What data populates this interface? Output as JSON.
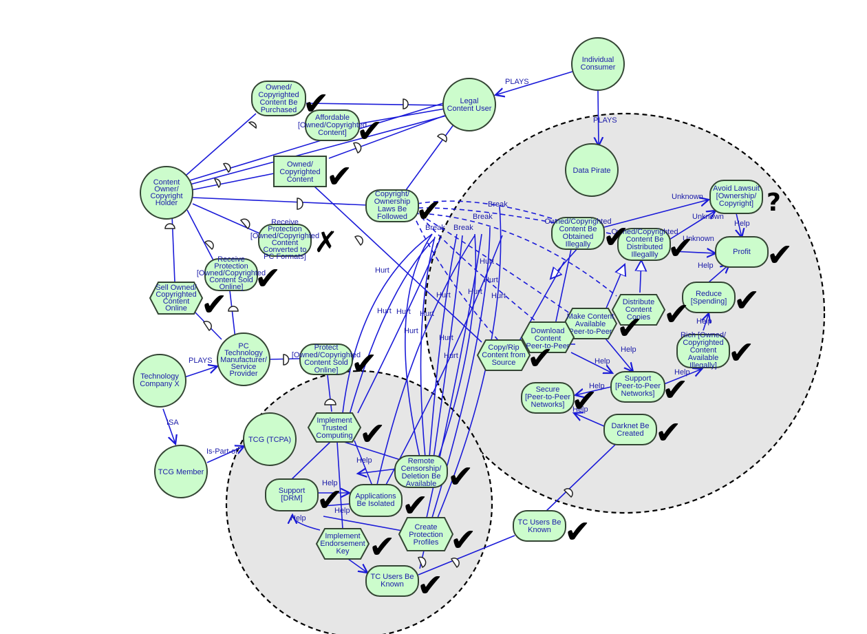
{
  "nodes": {
    "individual_consumer": "Individual Consumer",
    "legal_content_user": "Legal Content User",
    "data_pirate": "Data Pirate",
    "content_owner": "Content Owner/ Copyright Holder",
    "technology_company": "Technology Company X",
    "tcg_member": "TCG Member",
    "tcg_tcpa": "TCG (TCPA)",
    "pc_tech_manufacturer": "PC Technology Manufacturer/ Service Provider",
    "owned_content_purchased": "Owned/ Copyrighted Content Be Purchased",
    "affordable_content": "Affordable [Owned/Copyrighted Content]",
    "owned_content": "Owned/ Copyrighted Content",
    "copyright_laws_followed": "Copyright/ Ownership Laws Be Followed",
    "receive_protection_converted": "Receive Protection [Owned/Copyrighted Content Converted to PC Formats]",
    "receive_protection_sold": "Receive Protection [Owned/Copyrighted Content Sold Online]",
    "sell_owned_content": "Sell Owned/ Copyrighted Content Online",
    "protect_content_sold": "Protect [Owned/Copyrighted Content Sold Online]",
    "implement_trusted_computing": "Implement Trusted Computing",
    "remote_censorship": "Remote Censorship/ Deletion Be Available",
    "support_drm": "Support [DRM]",
    "applications_isolated": "Applications Be Isolated",
    "implement_endorsement_key": "Implement Endorsement Key",
    "create_protection_profiles": "Create Protection Profiles",
    "tc_users_known_left": "TC Users Be Known",
    "tc_users_known_mid": "TC Users Be Known",
    "avoid_lawsuit": "Avoid Lawsuit [Ownership/ Copyright]",
    "profit": "Profit",
    "owned_content_obtained_illegally": "Owned/Copyrighted Content Be Obtained Illegally",
    "owned_content_distributed_illegally": "Owned/Copyrighted Content Be Distributed Illegally",
    "reduce_spending": "Reduce [Spending]",
    "distribute_content_copies": "Distribute Content Copies",
    "make_content_available": "Make Content Available Peer-to-Peer",
    "download_content": "Download Content Peer-to-Peer",
    "copy_rip_content": "Copy/Rip Content from Source",
    "rich_owned_content_available": "Rich [Owned/ Copyrighted Content Available Illegally]",
    "support_p2p_networks": "Support [Peer-to-Peer Networks]",
    "secure_p2p_networks": "Secure [Peer-to-Peer Networks]",
    "darknet_created": "Darknet Be Created"
  },
  "edge_labels": {
    "plays": "PLAYS",
    "isa": "ISA",
    "is_part_of": "Is-Part-of",
    "break": "Break",
    "hurt": "Hurt",
    "help": "Help",
    "unknown": "Unknown"
  },
  "marks": {
    "check": "✔",
    "cross": "✗",
    "unknown": "?"
  },
  "colors": {
    "node_fill": "#ccfccc",
    "node_stroke": "#334433",
    "link": "#1a1ad8",
    "boundary_fill": "#e6e6e6"
  }
}
